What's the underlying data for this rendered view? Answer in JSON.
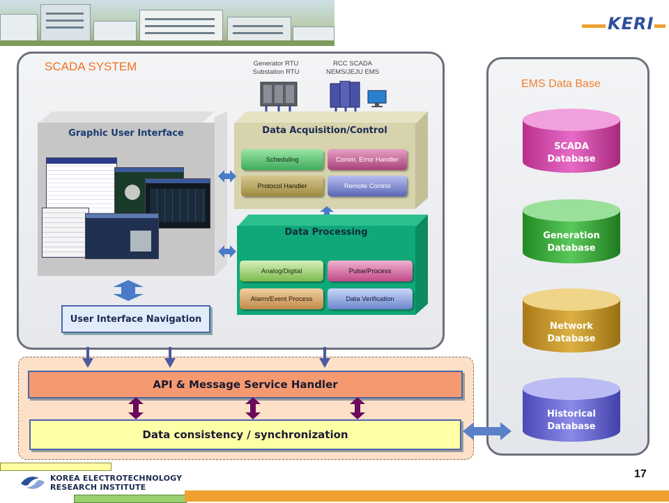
{
  "header": {
    "brand_logo_text": "KERI"
  },
  "scada": {
    "title": "SCADA SYSTEM",
    "rtu_left_line1": "Generator RTU",
    "rtu_left_line2": "Substation RTU",
    "rtu_right_line1": "RCC SCADA",
    "rtu_right_line2": "NEMS/JEJU EMS",
    "gui_title": "Graphic User Interface",
    "ui_navigation": "User Interface Navigation",
    "dac": {
      "title": "Data Acquisition/Control",
      "items": [
        "Scheduling",
        "Comm. Error Handler",
        "Protocol Handler",
        "Remote Control"
      ]
    },
    "dp": {
      "title": "Data Processing",
      "items": [
        "Analog/Digital",
        "Pulse/Process",
        "Alarm/Event Process",
        "Data Verification"
      ]
    }
  },
  "middleware": {
    "api_label": "API & Message Service Handler",
    "consistency_label": "Data consistency / synchronization"
  },
  "ems": {
    "title": "EMS Data Base",
    "databases": [
      {
        "line1": "SCADA",
        "line2": "Database",
        "color": "#d84cb0"
      },
      {
        "line1": "Generation",
        "line2": "Database",
        "color": "#3aa83a"
      },
      {
        "line1": "Network",
        "line2": "Database",
        "color": "#c89a28"
      },
      {
        "line1": "Historical",
        "line2": "Database",
        "color": "#6a6ad8"
      }
    ]
  },
  "footer": {
    "institute_line1": "KOREA ELECTROTECHNOLOGY",
    "institute_line2": "RESEARCH INSTITUTE",
    "page_number": "17"
  }
}
